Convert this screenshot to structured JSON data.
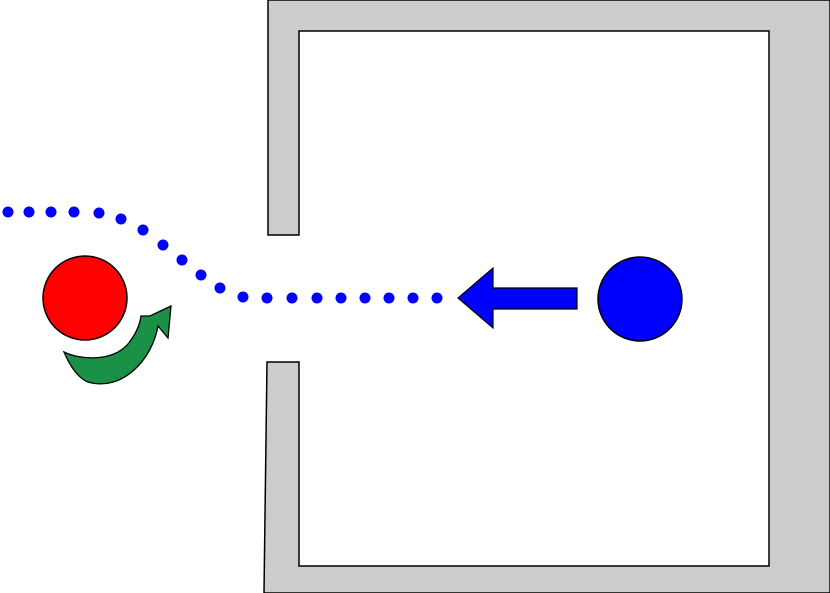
{
  "diagram": {
    "colors": {
      "background": "#ffffff",
      "wall_fill": "#cccccc",
      "wall_stroke": "#000000",
      "blue": "#0000ff",
      "red": "#ff0000",
      "green": "#1a9146",
      "outline": "#000000"
    },
    "elements": {
      "room": "room-walls",
      "doorway": "doorway-gap",
      "blue_ball": "blue-circle",
      "red_ball": "red-circle",
      "movement_arrow": "left-arrow-icon",
      "rotation_arrow": "curved-arrow-icon",
      "trajectory": "dotted-trajectory"
    }
  }
}
